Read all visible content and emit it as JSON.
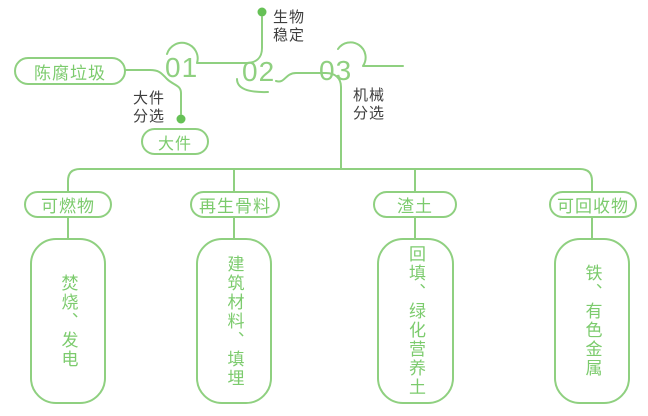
{
  "palette": {
    "line_green": "#8fd080",
    "dot_green": "#66c156",
    "text_green": "#7ccb6d",
    "label_dark": "#3e3e3e"
  },
  "flow": {
    "source": "陈腐垃圾",
    "steps": [
      {
        "number": "01",
        "label": "大件\n分选",
        "output": "大件"
      },
      {
        "number": "02",
        "label": "生物\n稳定"
      },
      {
        "number": "03",
        "label": "机械\n分选"
      }
    ]
  },
  "branches": [
    {
      "category": "可燃物",
      "result": "焚烧、发电"
    },
    {
      "category": "再生骨料",
      "result": "建筑材料、填埋"
    },
    {
      "category": "渣土",
      "result": "回填、绿化营养土"
    },
    {
      "category": "可回收物",
      "result": "铁、有色金属"
    }
  ]
}
